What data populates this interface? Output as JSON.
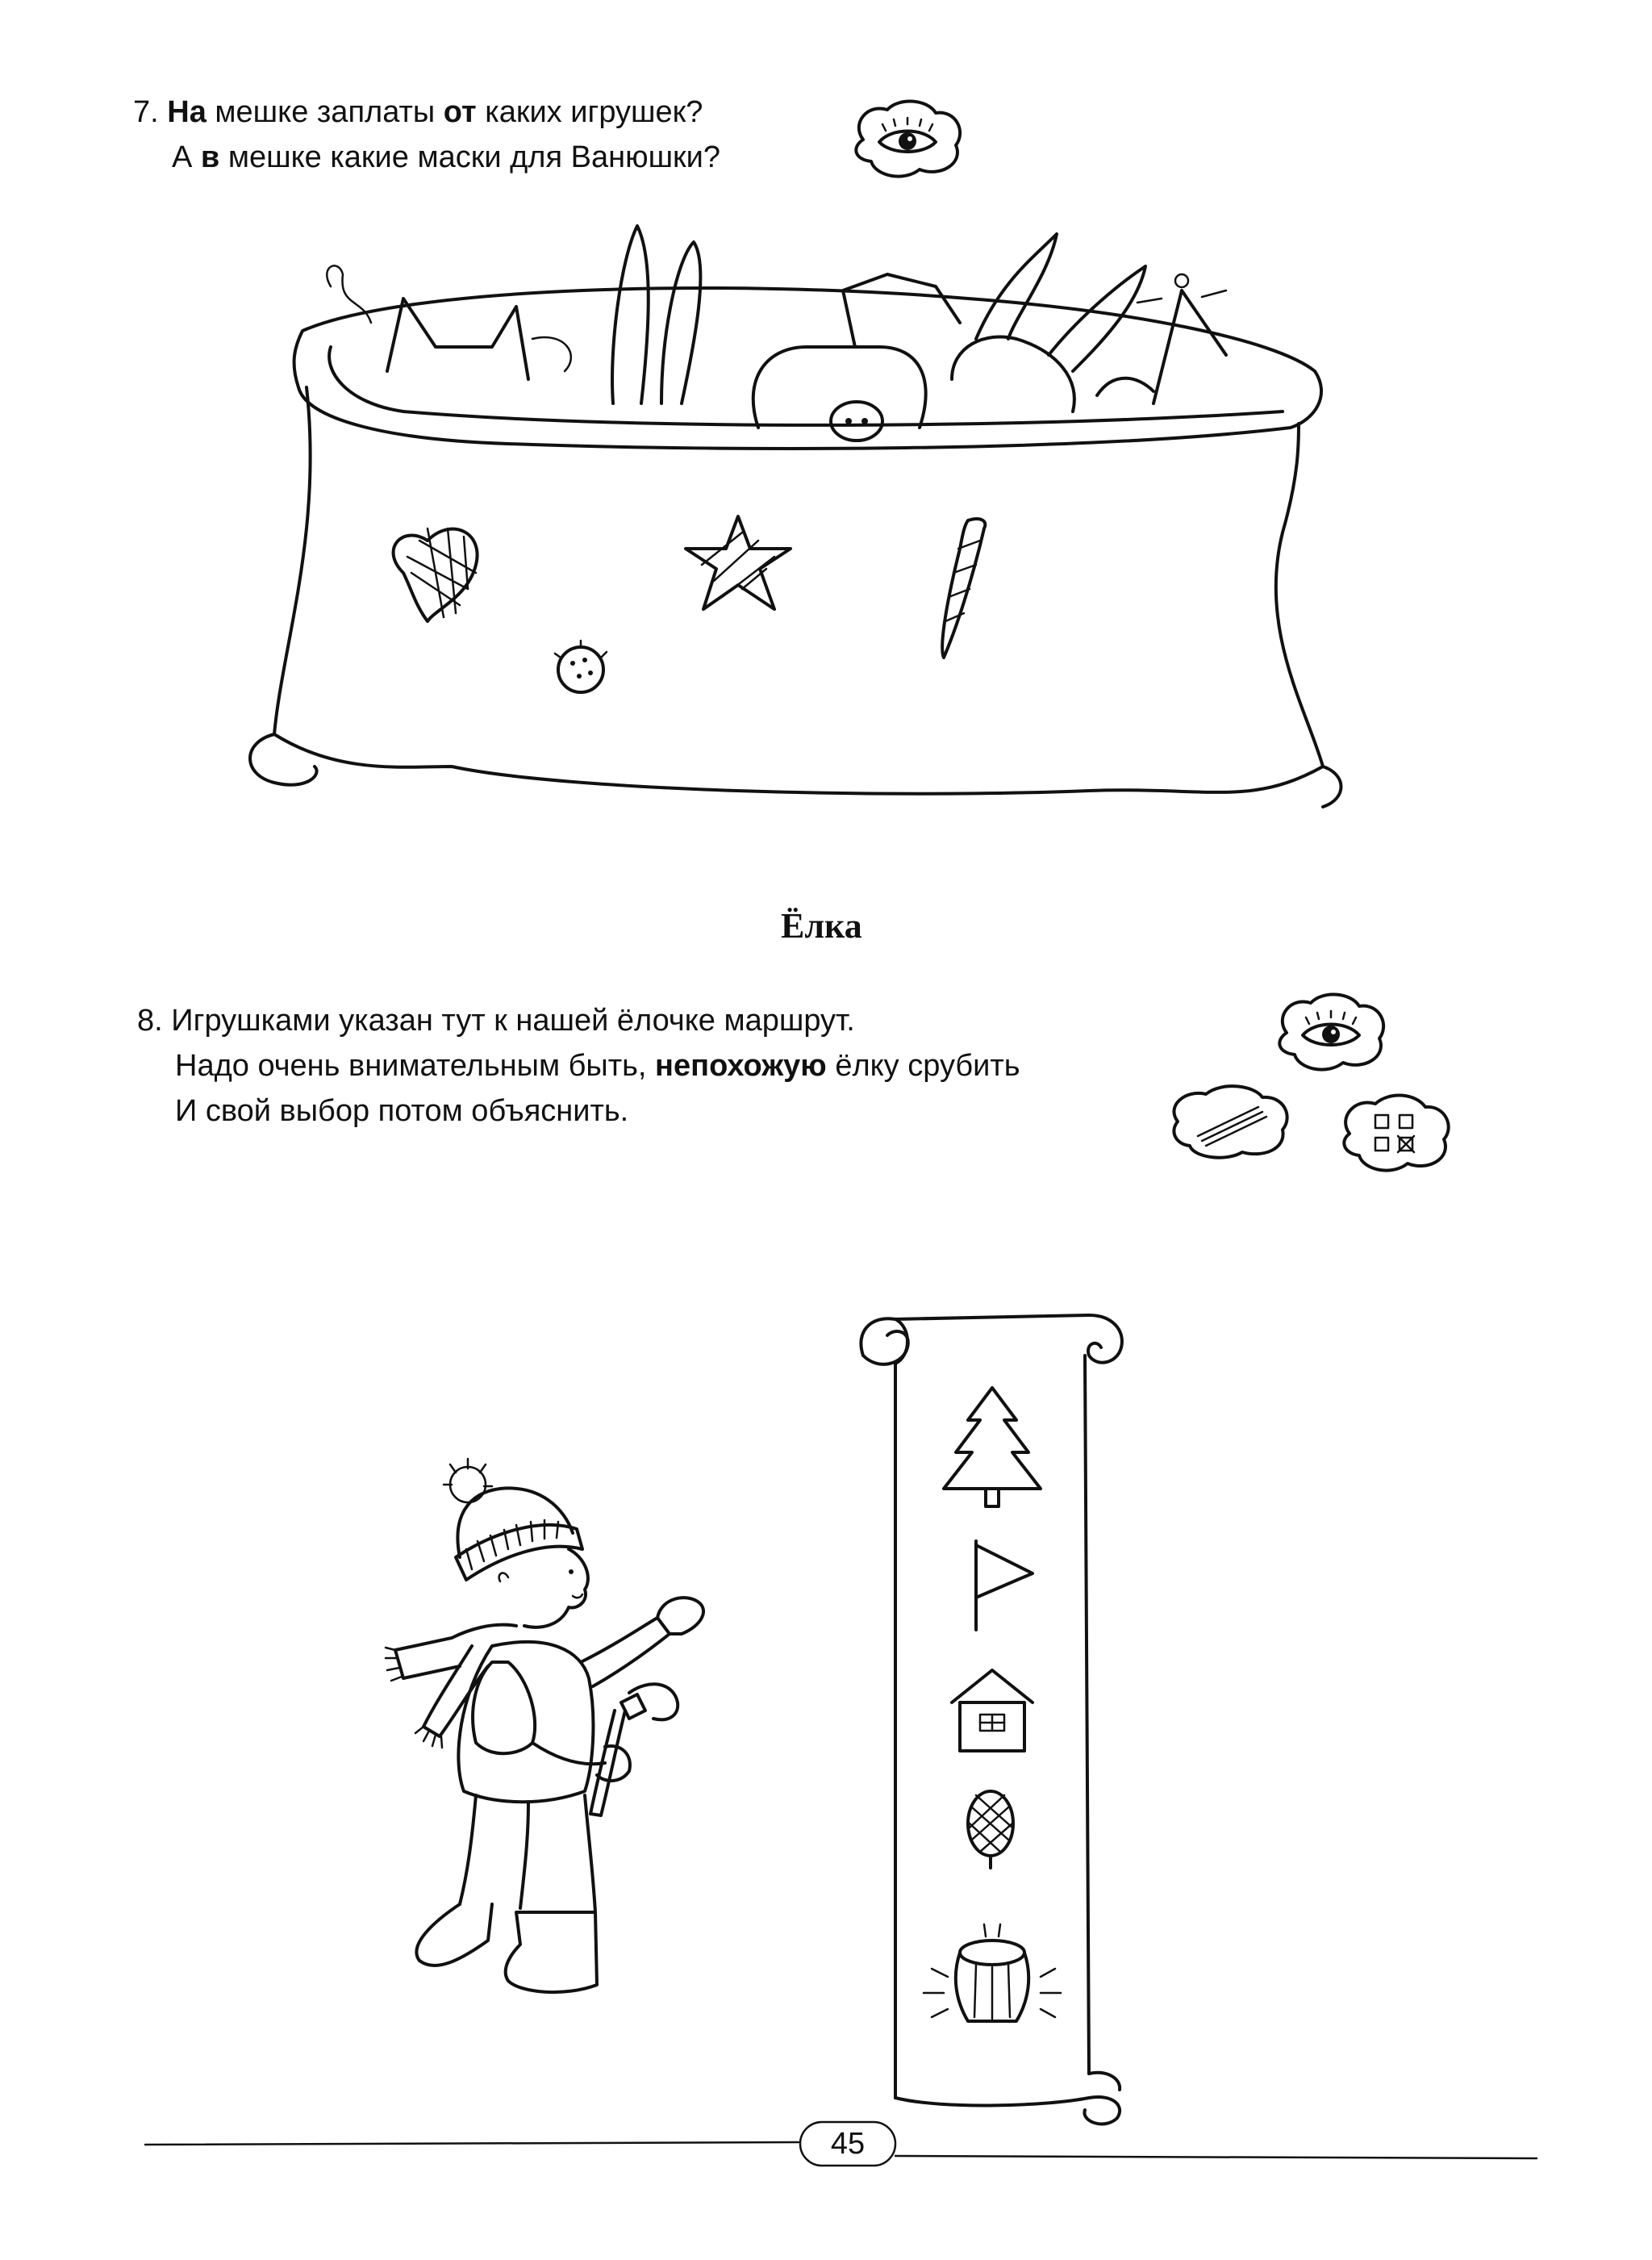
{
  "task7": {
    "number": "7.",
    "line1": [
      "На",
      " мешке заплаты ",
      "от",
      " каких игрушек?"
    ],
    "line2": [
      "А ",
      "в",
      " мешке какие маски для Ванюшки?"
    ]
  },
  "section_title": "Ёлка",
  "task8": {
    "number": "8.",
    "line1": "Игрушками указан тут к нашей ёлочке маршрут.",
    "line2": [
      "Надо очень внимательным быть, ",
      "непохожую",
      " ёлку срубить"
    ],
    "line3": "И свой выбор потом объяснить."
  },
  "icons": {
    "task7": [
      "eye-icon"
    ],
    "task8": [
      "eye-icon",
      "lines-icon",
      "squares-icon"
    ]
  },
  "scroll_symbols": [
    "fir-tree-icon",
    "flag-icon",
    "house-icon",
    "cone-icon",
    "stump-icon"
  ],
  "page_number": "45"
}
